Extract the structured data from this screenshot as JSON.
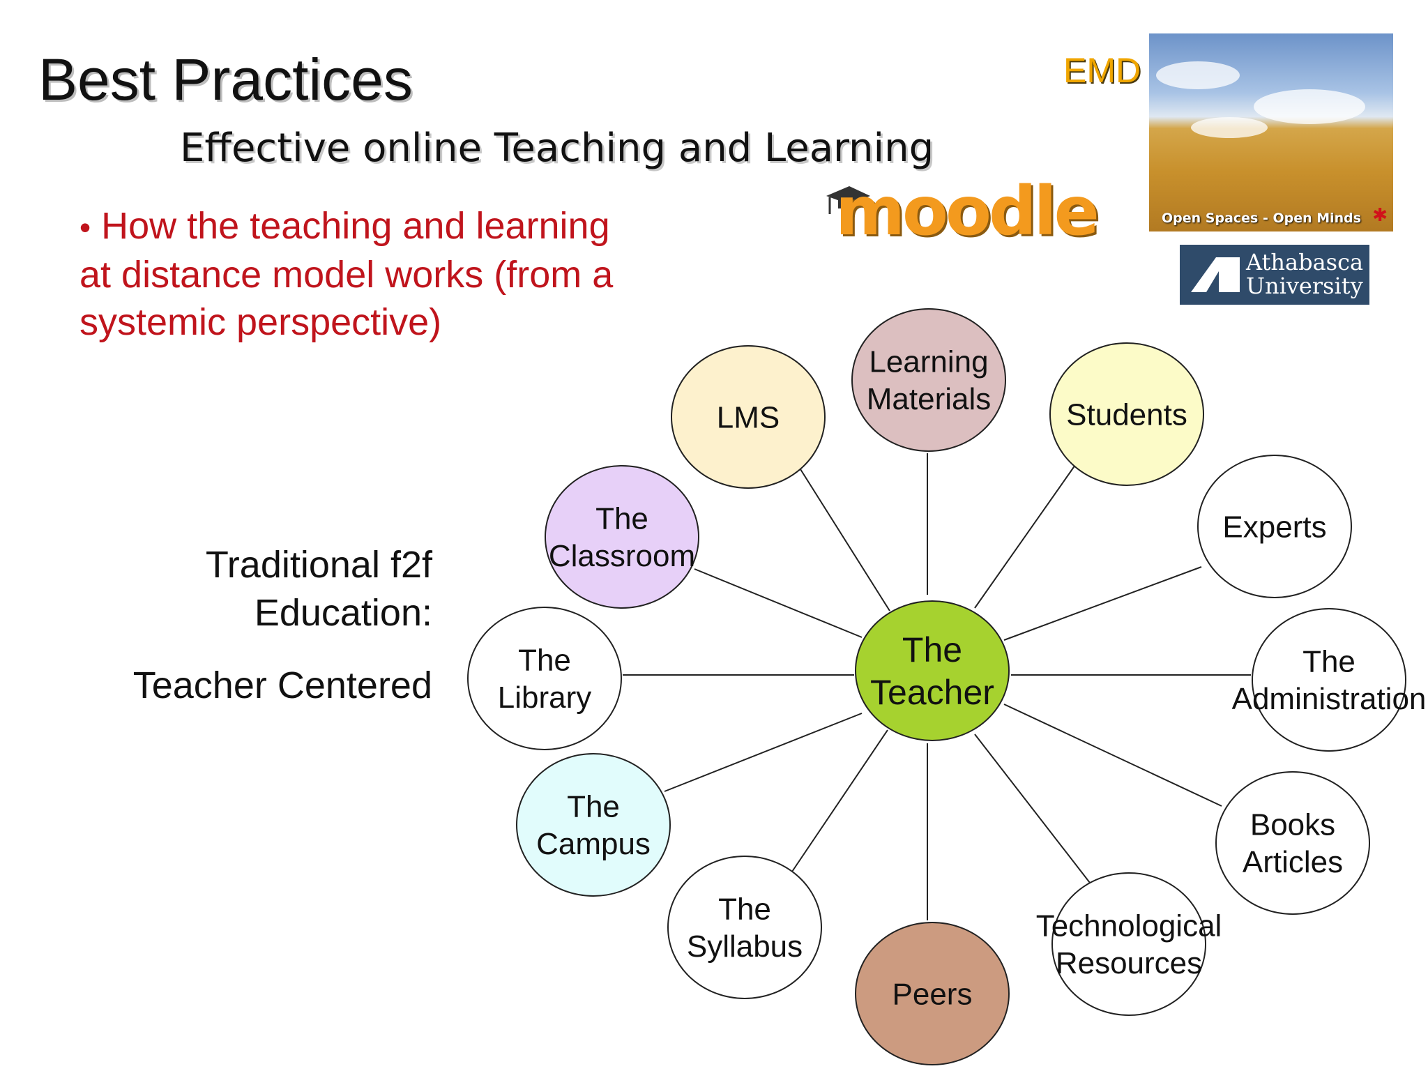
{
  "slide": {
    "title": "Best Practices",
    "subtitle": "Effective online Teaching and Learning",
    "bullet": {
      "marker": "•",
      "line1": " How the teaching and learning",
      "line2": "at distance model works (from a",
      "line3": "systemic perspective)"
    },
    "side": {
      "line1": "Traditional f2f",
      "line2": "Education:",
      "line3": "Teacher Centered"
    }
  },
  "logos": {
    "emd": "EMD",
    "moodle": "moodle",
    "photo_caption": "Open Spaces - Open Minds",
    "photo_icon": "maple-leaf-icon",
    "athabasca_line1": "Athabasca",
    "athabasca_line2": "University"
  },
  "diagram": {
    "hub": {
      "lines": [
        "The",
        "Teacher"
      ],
      "fill": "#a6d22f"
    },
    "nodes": [
      {
        "id": "lms",
        "lines": [
          "LMS"
        ],
        "fill": "#fdf1cd"
      },
      {
        "id": "learning-materials",
        "lines": [
          "Learning",
          "Materials"
        ],
        "fill": "#dcbfc0"
      },
      {
        "id": "students",
        "lines": [
          "Students"
        ],
        "fill": "#fcfbc8"
      },
      {
        "id": "experts",
        "lines": [
          "Experts"
        ],
        "fill": "#ffffff"
      },
      {
        "id": "administration",
        "lines": [
          "The",
          "Administration"
        ],
        "fill": "#ffffff"
      },
      {
        "id": "books-articles",
        "lines": [
          "Books",
          "Articles"
        ],
        "fill": "#ffffff"
      },
      {
        "id": "technological-resources",
        "lines": [
          "Technological",
          "Resources"
        ],
        "fill": "#ffffff"
      },
      {
        "id": "peers",
        "lines": [
          "Peers"
        ],
        "fill": "#cc9b80"
      },
      {
        "id": "syllabus",
        "lines": [
          "The",
          "Syllabus"
        ],
        "fill": "#ffffff"
      },
      {
        "id": "campus",
        "lines": [
          "The",
          "Campus"
        ],
        "fill": "#e1fcfc"
      },
      {
        "id": "library",
        "lines": [
          "The",
          "Library"
        ],
        "fill": "#ffffff"
      },
      {
        "id": "classroom",
        "lines": [
          "The",
          "Classroom"
        ],
        "fill": "#e7d0f8"
      }
    ]
  }
}
